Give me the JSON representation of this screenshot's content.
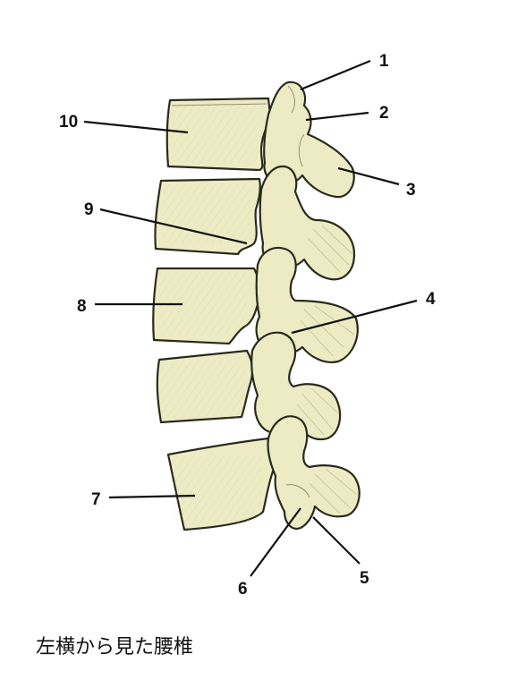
{
  "caption": "左横から見た腰椎",
  "labels": {
    "l1": "1",
    "l2": "2",
    "l3": "3",
    "l4": "4",
    "l5": "5",
    "l6": "6",
    "l7": "7",
    "l8": "8",
    "l9": "9",
    "l10": "10"
  },
  "colors": {
    "bone": "#ecebc4",
    "bone_shadow": "#d9d7a4",
    "outline": "#2a2a1c"
  }
}
